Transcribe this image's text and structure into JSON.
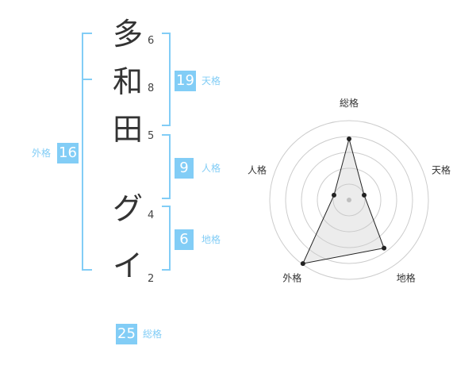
{
  "name_chars": [
    {
      "char": "多",
      "strokes": "6"
    },
    {
      "char": "和",
      "strokes": "8"
    },
    {
      "char": "田",
      "strokes": "5"
    },
    {
      "char": "グ",
      "strokes": "4"
    },
    {
      "char": "イ",
      "strokes": "2"
    }
  ],
  "fortune": {
    "tenkaku": {
      "value": "19",
      "label": "天格"
    },
    "jinkaku": {
      "value": "9",
      "label": "人格"
    },
    "chikaku": {
      "value": "6",
      "label": "地格"
    },
    "gaikaku": {
      "value": "16",
      "label": "外格"
    },
    "soukaku": {
      "value": "25",
      "label": "総格"
    }
  },
  "colors": {
    "accent": "#82cdf6",
    "text": "#333333",
    "grid": "#cccccc"
  },
  "chart_data": {
    "type": "radar",
    "axes": [
      "総格",
      "天格",
      "地格",
      "外格",
      "人格"
    ],
    "values": [
      0.77,
      0.2,
      0.75,
      0.99,
      0.2
    ],
    "range": [
      0,
      1
    ],
    "rings": 5
  }
}
